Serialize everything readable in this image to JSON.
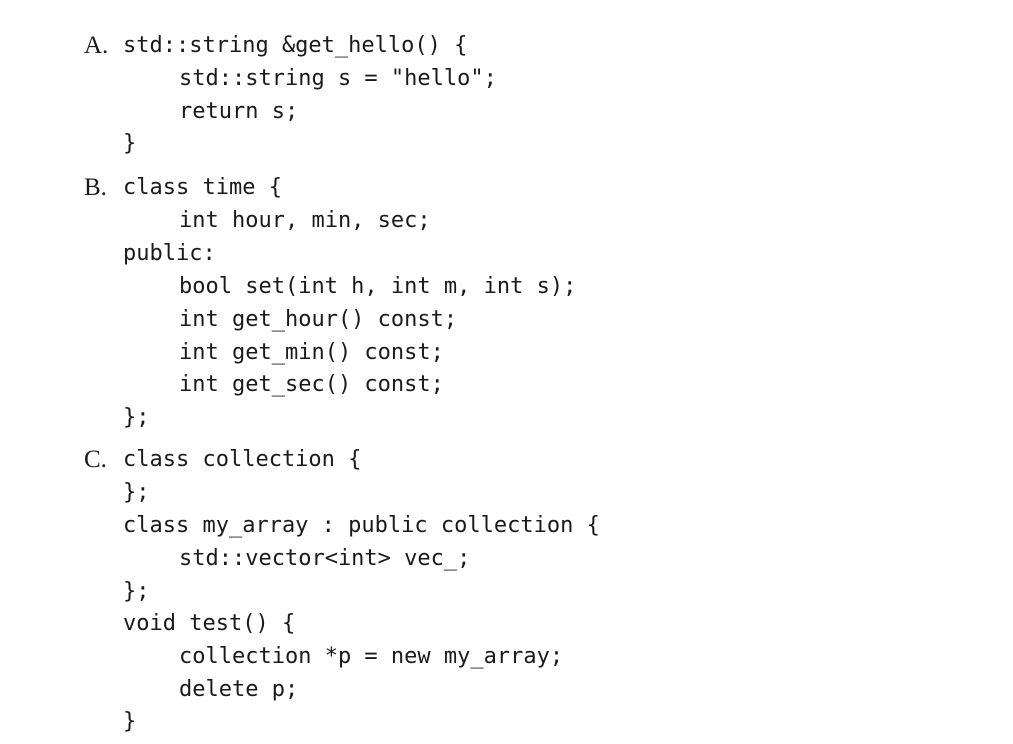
{
  "options": [
    {
      "label": "A.",
      "lines": [
        {
          "indent": 0,
          "text": "std::string &get_hello() {"
        },
        {
          "indent": 1,
          "text": "std::string s = \"hello\";"
        },
        {
          "indent": 1,
          "text": "return s;"
        },
        {
          "indent": 0,
          "text": "}"
        }
      ]
    },
    {
      "label": "B.",
      "lines": [
        {
          "indent": 0,
          "text": "class time {"
        },
        {
          "indent": 1,
          "text": "int hour, min, sec;"
        },
        {
          "indent": 0,
          "text": "public:"
        },
        {
          "indent": 1,
          "text": "bool set(int h, int m, int s);"
        },
        {
          "indent": 1,
          "text": "int get_hour() const;"
        },
        {
          "indent": 1,
          "text": "int get_min() const;"
        },
        {
          "indent": 1,
          "text": "int get_sec() const;"
        },
        {
          "indent": 0,
          "text": "};"
        }
      ]
    },
    {
      "label": "C.",
      "lines": [
        {
          "indent": 0,
          "text": "class collection {"
        },
        {
          "indent": 0,
          "text": "};"
        },
        {
          "indent": 0,
          "text": "class my_array : public collection {"
        },
        {
          "indent": 1,
          "text": "std::vector<int> vec_;"
        },
        {
          "indent": 0,
          "text": "};"
        },
        {
          "indent": 0,
          "text": "void test() {"
        },
        {
          "indent": 1,
          "text": "collection *p = new my_array;"
        },
        {
          "indent": 1,
          "text": "delete p;"
        },
        {
          "indent": 0,
          "text": "}"
        }
      ]
    }
  ]
}
